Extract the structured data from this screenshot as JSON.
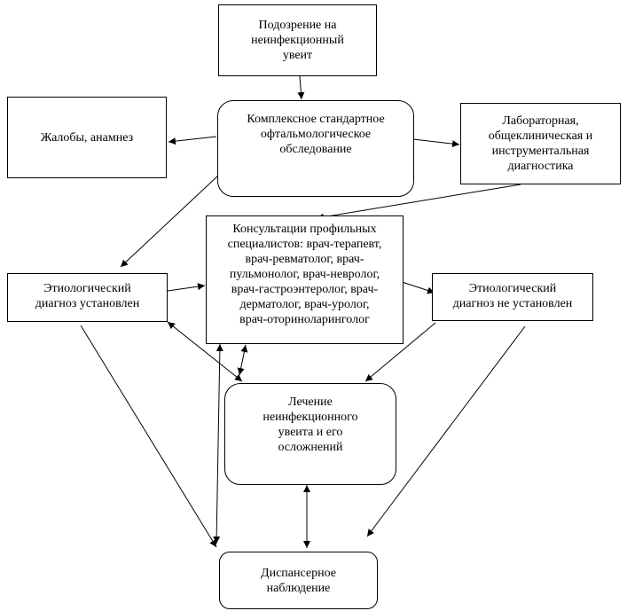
{
  "diagram": {
    "nodes": [
      {
        "id": "suspicion",
        "text": "Подозрение на\nнеинфекционный\nувеит"
      },
      {
        "id": "exam",
        "text": "Комплексное стандартное\nофтальмологическое\nобследование"
      },
      {
        "id": "complaints",
        "text": "Жалобы, анамнез"
      },
      {
        "id": "labs",
        "text": "Лабораторная,\nобщеклиническая и\nинструментальная\nдиагностика"
      },
      {
        "id": "consult",
        "text": "Консультации профильных\nспециалистов: врач-терапевт,\nврач-ревматолог, врач-\nпульмонолог, врач-невролог,\nврач-гастроэнтеролог, врач-\nдерматолог, врач-уролог,\nврач-оториноларинголог"
      },
      {
        "id": "etiology_yes",
        "text": "Этиологический\nдиагноз установлен"
      },
      {
        "id": "etiology_no",
        "text": "Этиологический\nдиагноз не установлен"
      },
      {
        "id": "treatment",
        "text": "Лечение\nнеинфекционного\nувеита и его\nосложнений"
      },
      {
        "id": "followup",
        "text": "Диспансерное\nнаблюдение"
      }
    ],
    "edges": [
      {
        "from": "suspicion",
        "to": "exam",
        "type": "one-way"
      },
      {
        "from": "exam",
        "to": "complaints",
        "type": "one-way"
      },
      {
        "from": "exam",
        "to": "labs",
        "type": "one-way"
      },
      {
        "from": "exam",
        "to": "etiology_yes",
        "type": "one-way"
      },
      {
        "from": "labs",
        "to": "consult",
        "type": "one-way"
      },
      {
        "from": "etiology_yes",
        "to": "consult",
        "type": "one-way"
      },
      {
        "from": "consult",
        "to": "etiology_no",
        "type": "one-way"
      },
      {
        "from": "etiology_yes",
        "to": "treatment",
        "type": "two-way"
      },
      {
        "from": "consult",
        "to": "treatment",
        "type": "two-way"
      },
      {
        "from": "etiology_yes",
        "to": "followup",
        "type": "one-way"
      },
      {
        "from": "consult",
        "to": "followup",
        "type": "two-way"
      },
      {
        "from": "etiology_no",
        "to": "treatment",
        "type": "one-way"
      },
      {
        "from": "etiology_no",
        "to": "followup",
        "type": "one-way"
      },
      {
        "from": "treatment",
        "to": "followup",
        "type": "two-way"
      }
    ]
  }
}
